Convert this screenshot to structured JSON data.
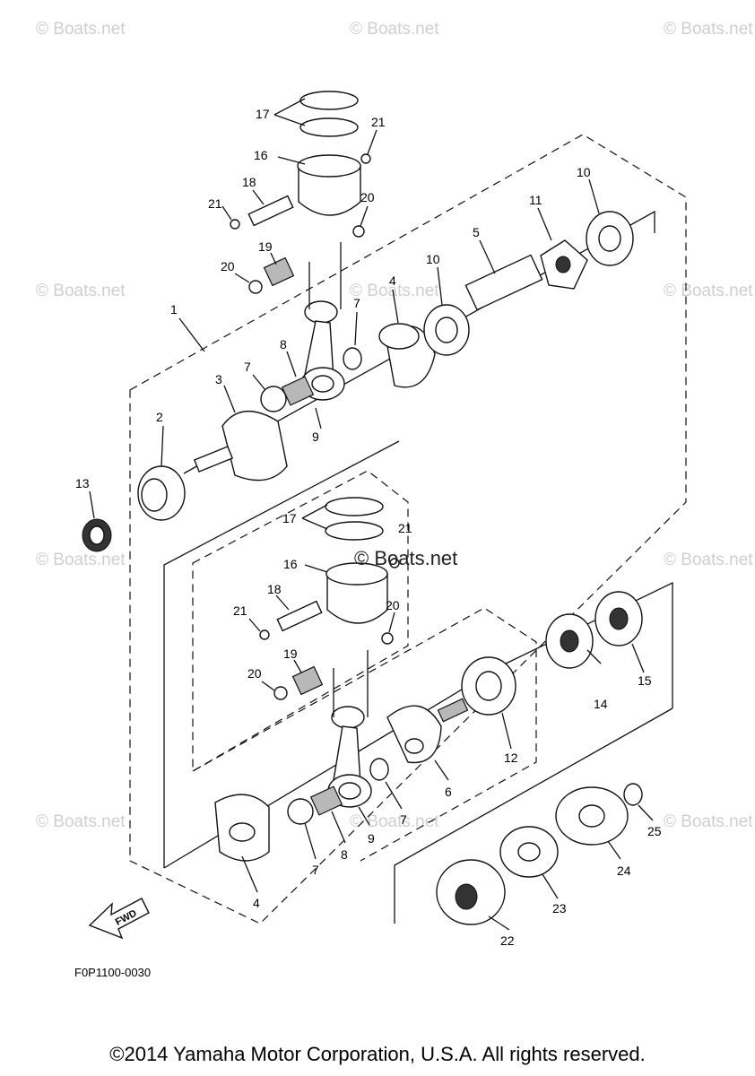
{
  "diagram": {
    "reference_code": "F0P1100-0030",
    "fwd_label": "FWD",
    "copyright": "©2014 Yamaha Motor Corporation, U.S.A. All rights reserved.",
    "center_watermark": "© Boats.net",
    "watermark": "© Boats.net",
    "callouts": {
      "c1": "1",
      "c2": "2",
      "c3": "3",
      "c4a": "4",
      "c4b": "4",
      "c5": "5",
      "c6": "6",
      "c7a": "7",
      "c7b": "7",
      "c7c": "7",
      "c7d": "7",
      "c8a": "8",
      "c8b": "8",
      "c9a": "9",
      "c9b": "9",
      "c10a": "10",
      "c10b": "10",
      "c11": "11",
      "c12": "12",
      "c13": "13",
      "c14": "14",
      "c15": "15",
      "c16a": "16",
      "c16b": "16",
      "c17a": "17",
      "c17b": "17",
      "c18a": "18",
      "c18b": "18",
      "c19a": "19",
      "c19b": "19",
      "c20a": "20",
      "c20b": "20",
      "c20c": "20",
      "c20d": "20",
      "c21a": "21",
      "c21b": "21",
      "c21c": "21",
      "c21d": "21",
      "c22": "22",
      "c23": "23",
      "c24": "24",
      "c25": "25"
    }
  }
}
